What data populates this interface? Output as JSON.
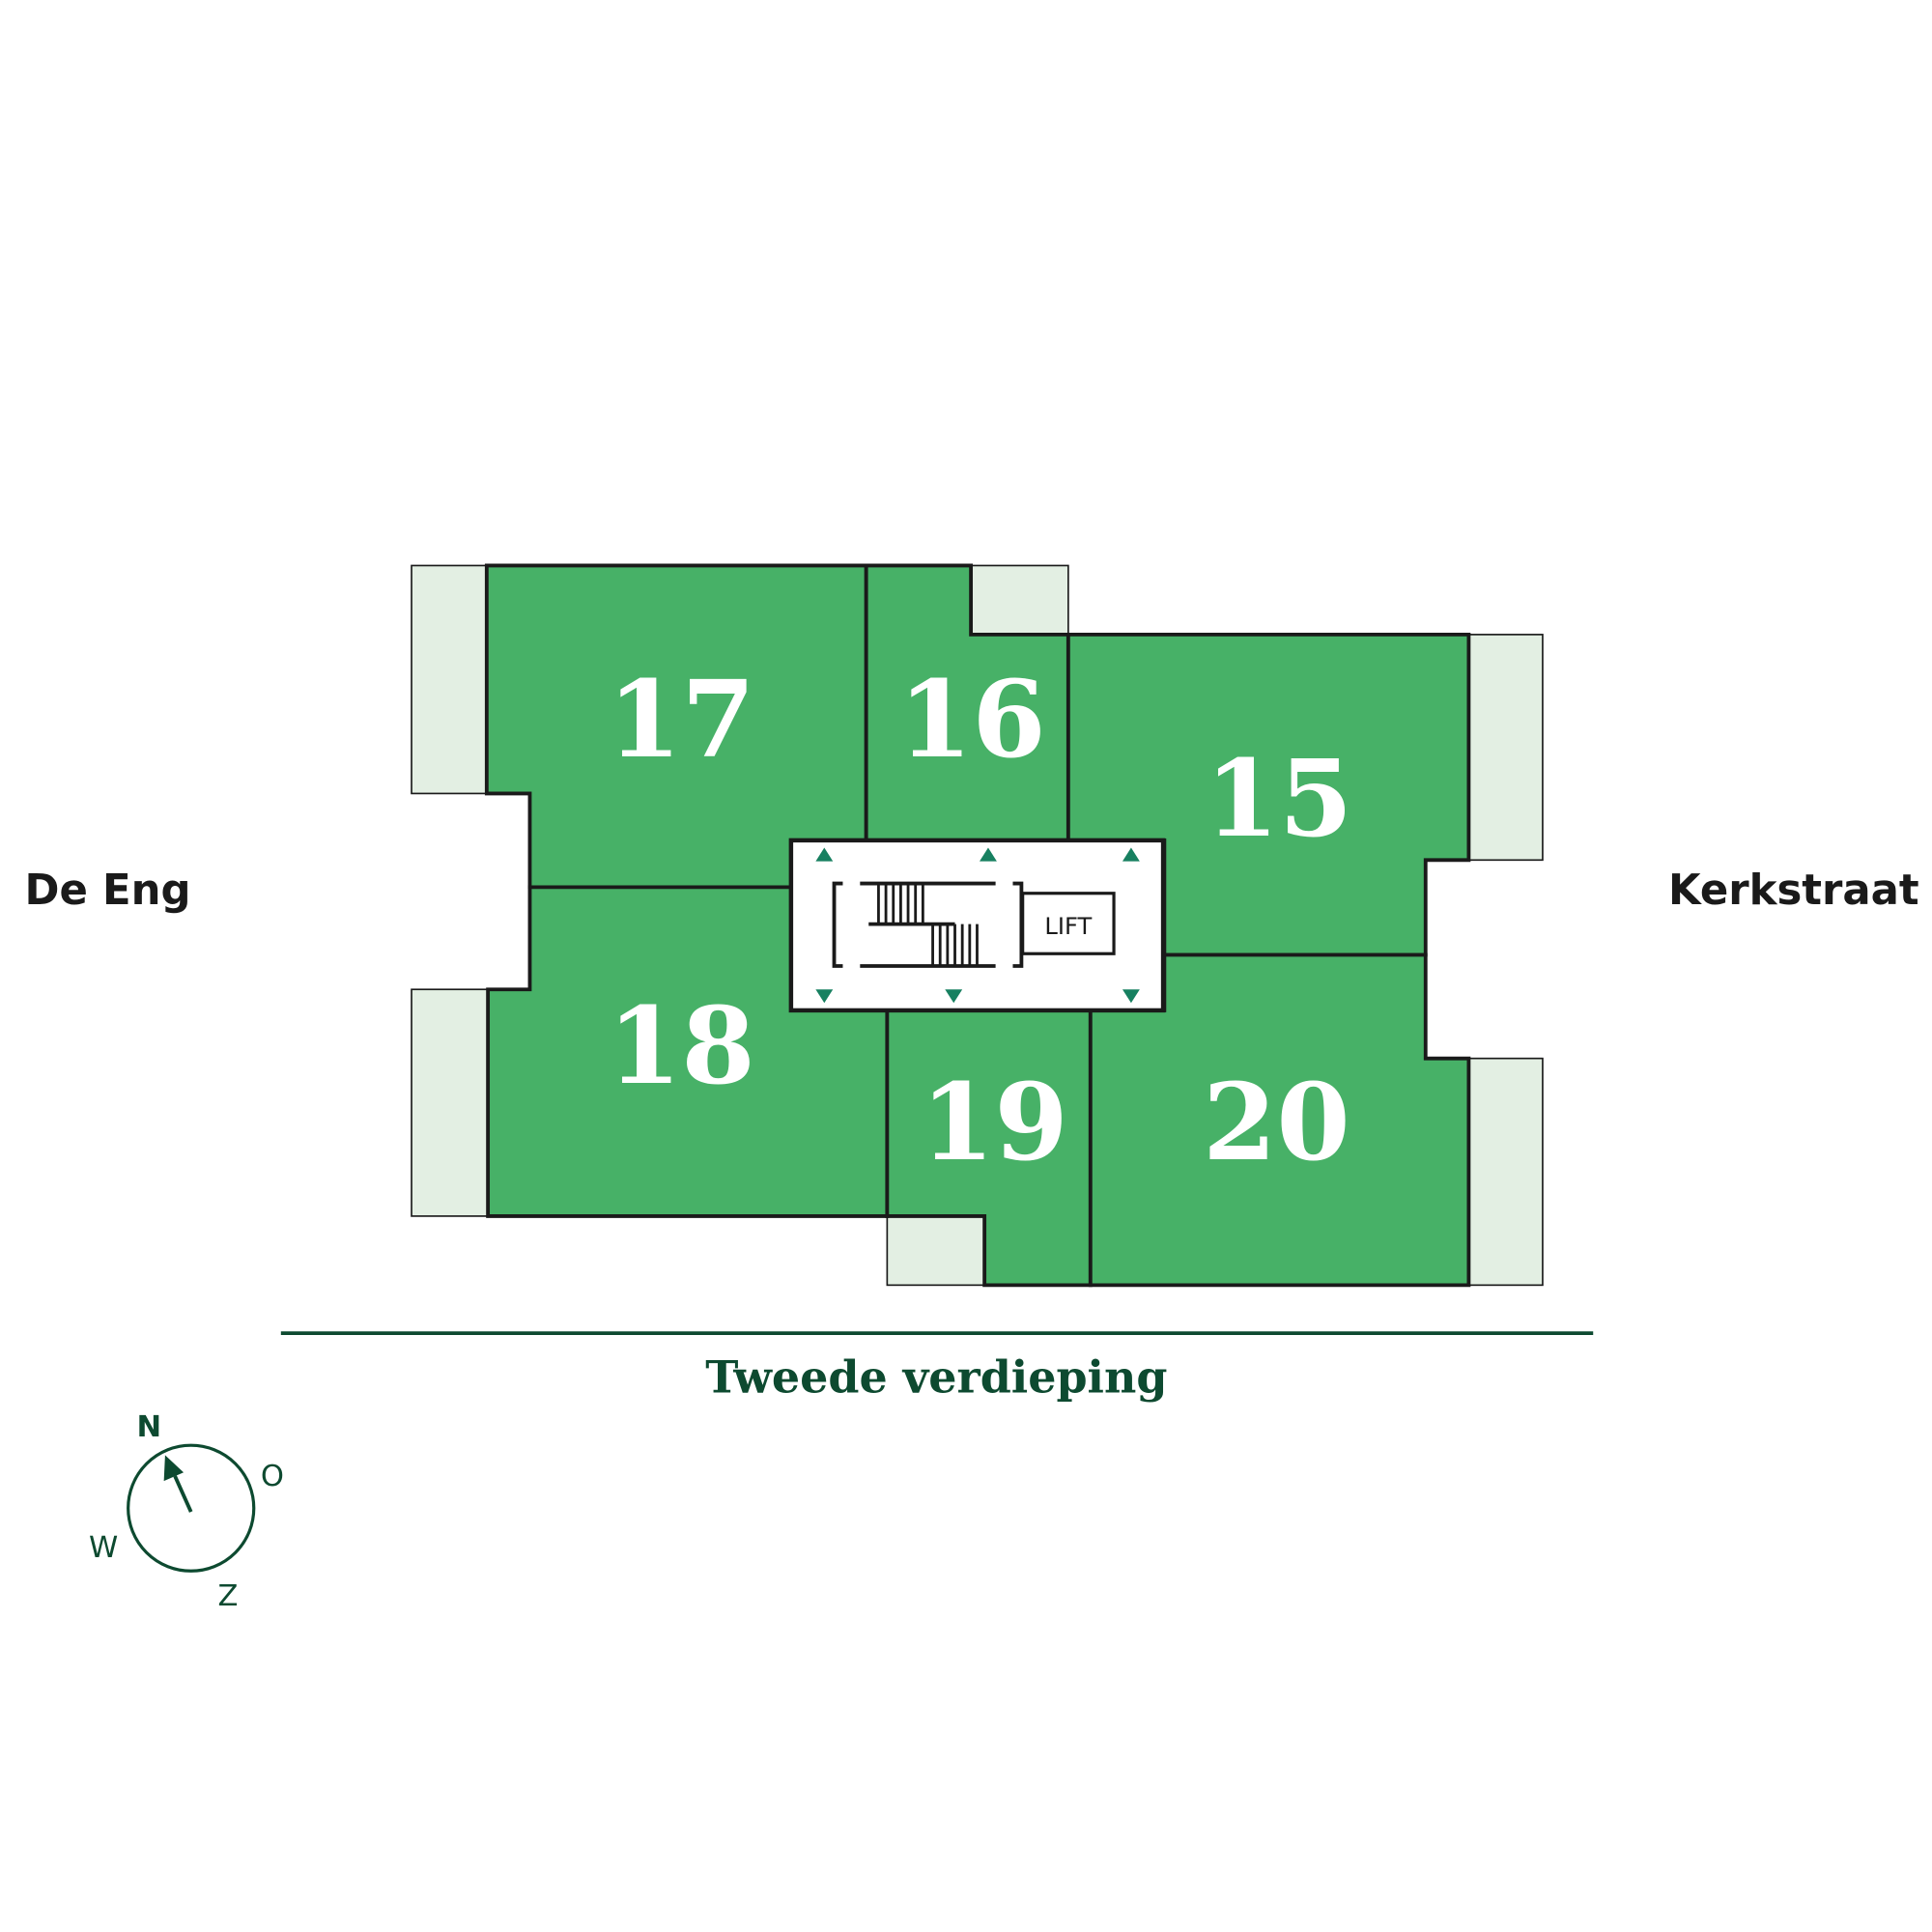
{
  "floor_title": "Tweede verdieping",
  "streets": {
    "west": "De Eng",
    "east": "Kerkstraat"
  },
  "units": [
    {
      "id": "17",
      "label": "17"
    },
    {
      "id": "16",
      "label": "16"
    },
    {
      "id": "15",
      "label": "15"
    },
    {
      "id": "18",
      "label": "18"
    },
    {
      "id": "19",
      "label": "19"
    },
    {
      "id": "20",
      "label": "20"
    }
  ],
  "core": {
    "lift_label": "LIFT"
  },
  "compass": {
    "north": "N",
    "east": "O",
    "west": "W",
    "south": "Z"
  },
  "colors": {
    "unit": "#47b167",
    "balcony": "#e3efe3",
    "accent": "#0d4a30",
    "arrow": "#178060"
  }
}
